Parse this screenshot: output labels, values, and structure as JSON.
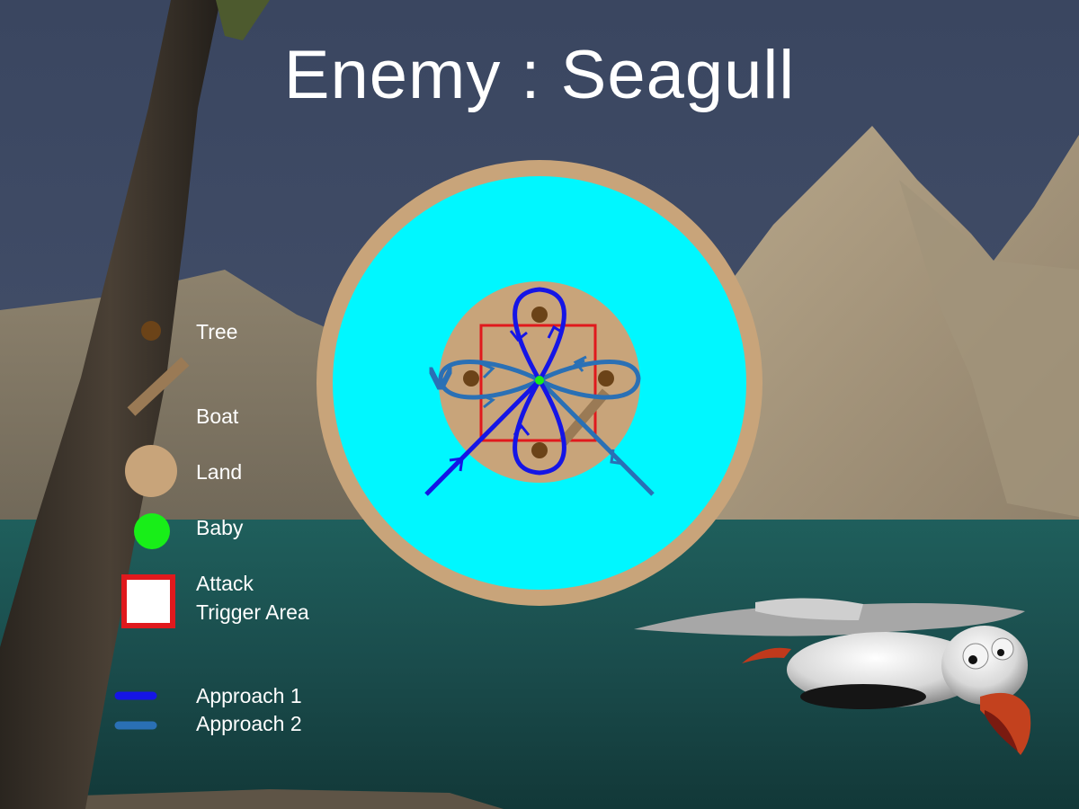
{
  "title": "Enemy : Seagull",
  "legend": {
    "tree": {
      "label": "Tree",
      "color": "#6b4318"
    },
    "boat": {
      "label": "Boat",
      "color": "#9a7a55"
    },
    "land": {
      "label": "Land",
      "color": "#c8a47a"
    },
    "baby": {
      "label": "Baby",
      "color": "#18ee18"
    },
    "attack_trigger": {
      "label_line1": "Attack",
      "label_line2": "Trigger Area",
      "color": "#e0191d"
    },
    "approach1": {
      "label": "Approach 1",
      "color": "#1515e6"
    },
    "approach2": {
      "label": "Approach 2",
      "color": "#2a70b5"
    }
  },
  "map": {
    "water_color": "#00f7ff",
    "island_color": "#c8a47a"
  }
}
